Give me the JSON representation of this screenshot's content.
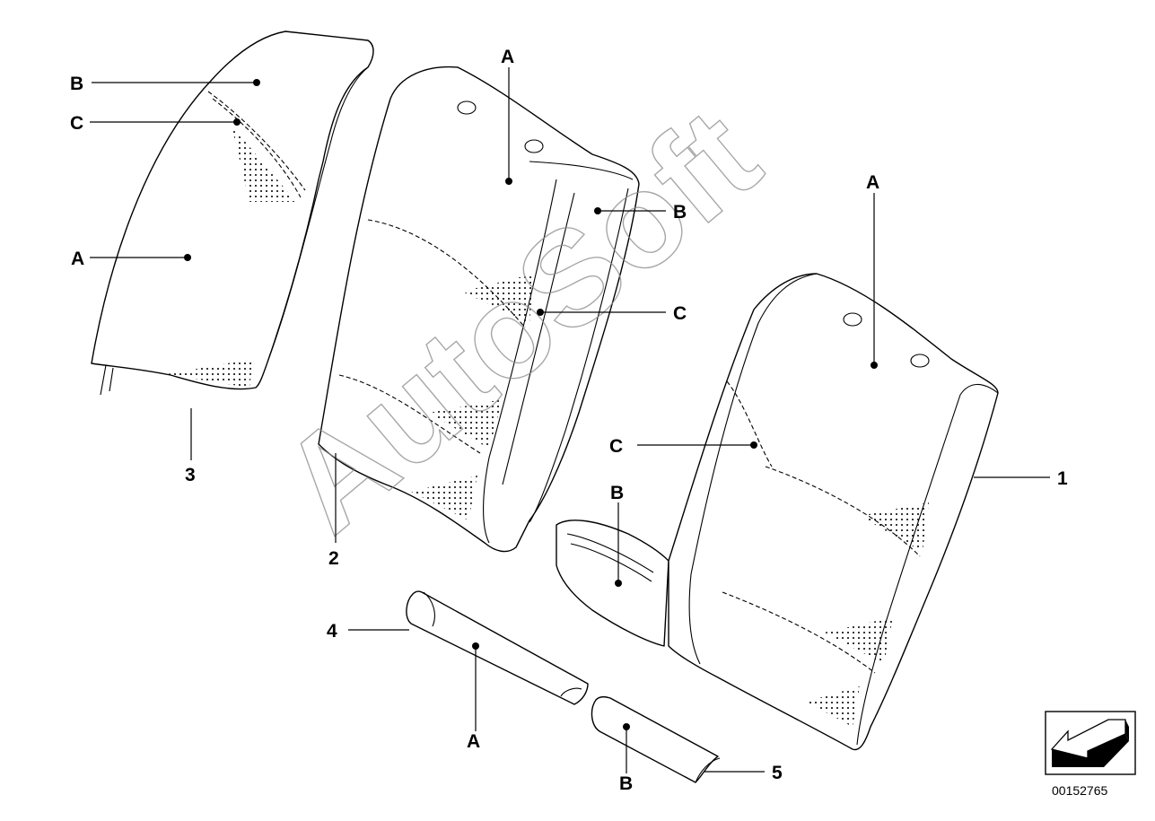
{
  "diagram": {
    "watermark": "AutoSoft",
    "reference_number": "00152765",
    "colors": {
      "line": "#000000",
      "background": "#ffffff",
      "watermark": "#8a8a8a"
    },
    "icons": {
      "corner_badge": "direction-arrow-icon"
    },
    "parts": [
      {
        "id": "part-3",
        "number": "3",
        "zone_labels": [
          "B",
          "C",
          "A"
        ]
      },
      {
        "id": "part-2",
        "number": "2",
        "zone_labels": [
          "A",
          "B",
          "C"
        ]
      },
      {
        "id": "part-1",
        "number": "1",
        "zone_labels": [
          "A",
          "C",
          "B"
        ]
      },
      {
        "id": "part-4",
        "number": "4",
        "zone_labels": [
          "A"
        ]
      },
      {
        "id": "part-5",
        "number": "5",
        "zone_labels": [
          "B"
        ]
      }
    ]
  }
}
